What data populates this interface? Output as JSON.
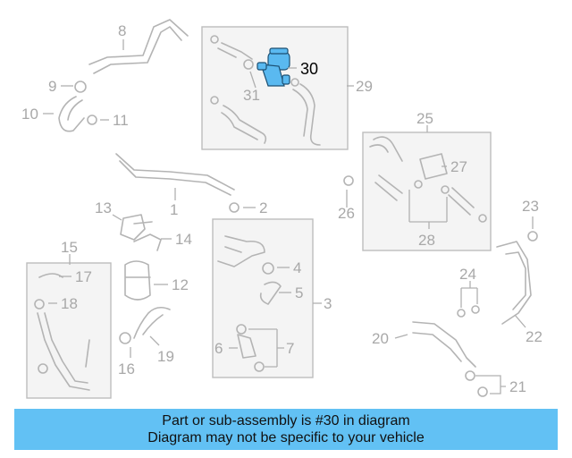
{
  "diagram": {
    "highlight_color": "#5ab9f0",
    "highlight_label": "30",
    "callouts": [
      "8",
      "9",
      "10",
      "11",
      "1",
      "2",
      "13",
      "14",
      "15",
      "17",
      "18",
      "12",
      "16",
      "19",
      "3",
      "4",
      "5",
      "6",
      "7",
      "26",
      "25",
      "27",
      "28",
      "24",
      "20",
      "21",
      "22",
      "23",
      "29",
      "31"
    ]
  },
  "banner": {
    "background": "#62c1f4",
    "line1": "Part or sub-assembly is #30 in diagram",
    "line2": "Diagram may not be specific to your vehicle"
  }
}
